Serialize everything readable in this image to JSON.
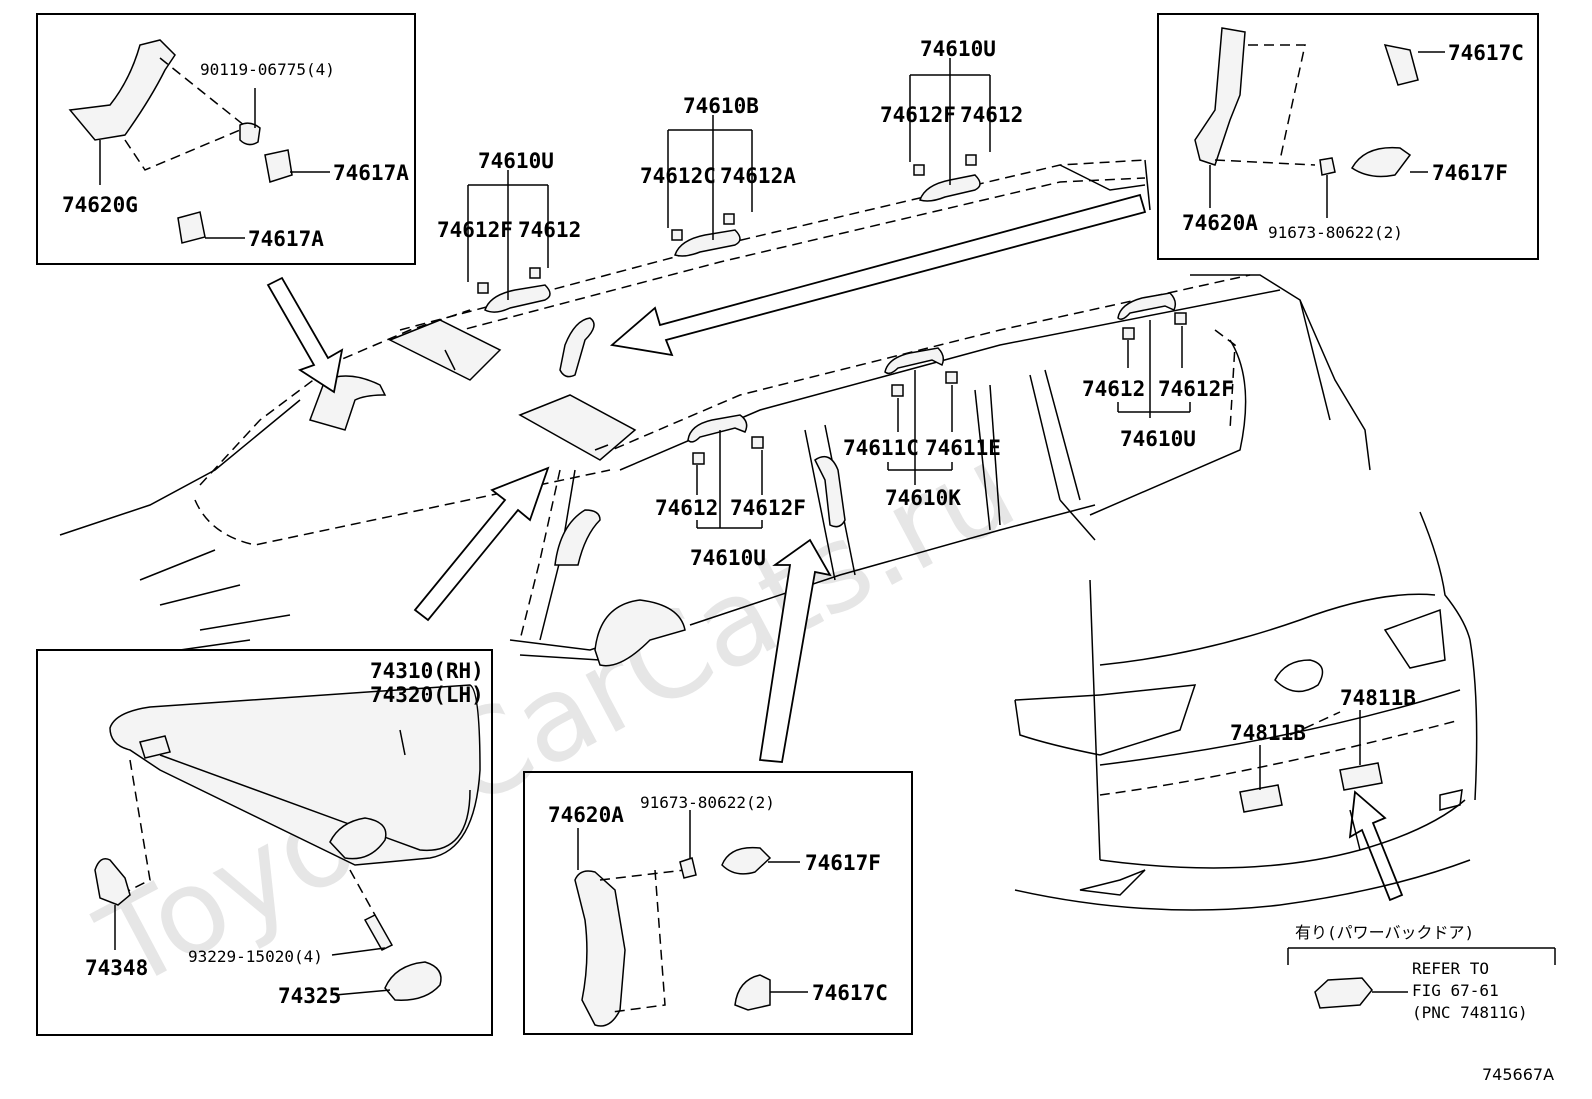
{
  "watermark": "ToyotaCarCats.ru",
  "diagram_id": "745667A",
  "boxes": {
    "top_left": {
      "bolt": "90119-06775(4)",
      "cap1": "74617A",
      "cap2": "74617A",
      "handle": "74620G"
    },
    "top_right": {
      "cap_c": "74617C",
      "cap_f": "74617F",
      "handle": "74620A",
      "bolt": "91673-80622(2)"
    },
    "bottom_left": {
      "visor_rh": "74310(RH)",
      "visor_lh": "74320(LH)",
      "holder": "74348",
      "screw": "93229-15020(4)",
      "cover": "74325"
    },
    "bottom_mid": {
      "handle": "74620A",
      "bolt": "91673-80622(2)",
      "cap_f": "74617F",
      "cap_c": "74617C"
    }
  },
  "callouts": {
    "grp1": {
      "parent": "74610U",
      "left": "74612F",
      "right": "74612"
    },
    "grp2": {
      "parent": "74610B",
      "left": "74612C",
      "right": "74612A"
    },
    "grp3": {
      "parent": "74610U",
      "left": "74612F",
      "right": "74612"
    },
    "grp4": {
      "parent": "74610U",
      "left": "74612",
      "right": "74612F"
    },
    "grp5": {
      "parent": "74610K",
      "left": "74611C",
      "right": "74611E"
    },
    "grp6": {
      "parent": "74610U",
      "left": "74612",
      "right": "74612F"
    },
    "rear_left": "74811B",
    "rear_right": "74811B"
  },
  "note": {
    "header": "有り(パワーバックドア)",
    "line1": "REFER TO",
    "line2": "FIG 67-61",
    "line3": "(PNC 74811G)"
  }
}
